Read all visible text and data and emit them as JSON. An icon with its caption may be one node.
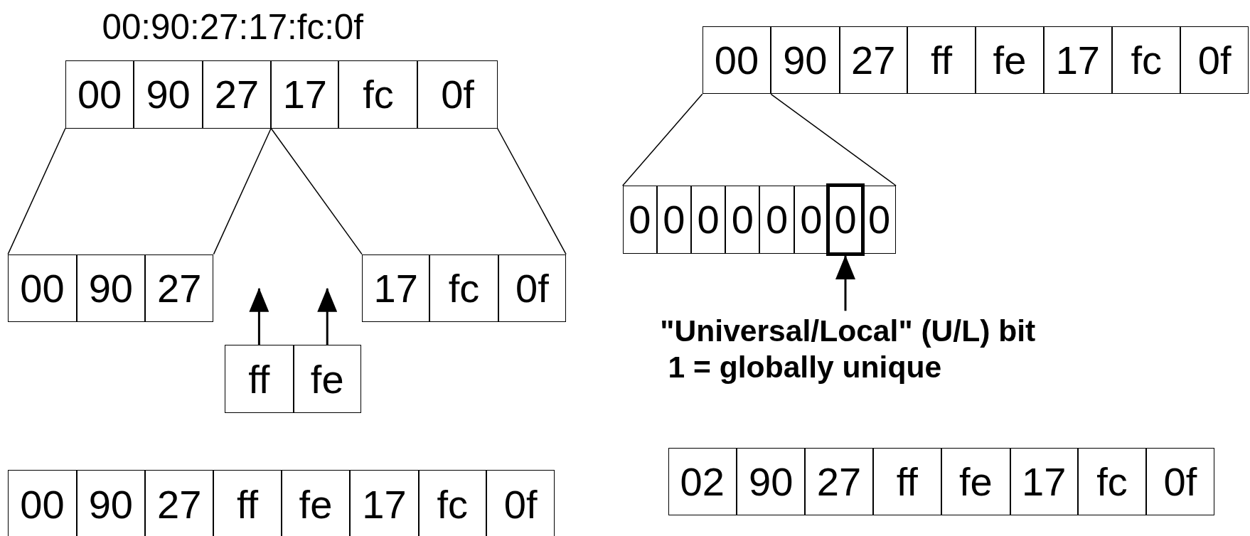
{
  "diagram": {
    "nodes": [
      {
        "text": [
          "00"
        ]
      },
      {
        "text": [
          "90"
        ]
      },
      {
        "text": [
          "27"
        ]
      },
      {
        "text": [
          "17"
        ]
      },
      {
        "text": [
          "fc"
        ]
      },
      {
        "text": [
          "0f"
        ]
      },
      {
        "text": [
          "00"
        ]
      },
      {
        "text": [
          "90"
        ]
      },
      {
        "text": [
          "27"
        ]
      },
      {
        "text": [
          "17"
        ]
      },
      {
        "text": [
          "fc"
        ]
      },
      {
        "text": [
          "0f"
        ]
      },
      {
        "text": [
          "ff"
        ]
      },
      {
        "text": [
          "fe"
        ]
      },
      {
        "text": [
          "00"
        ]
      },
      {
        "text": [
          "90"
        ]
      },
      {
        "text": [
          "27"
        ]
      },
      {
        "text": [
          "ff"
        ]
      },
      {
        "text": [
          "fe"
        ]
      },
      {
        "text": [
          "17"
        ]
      },
      {
        "text": [
          "fc"
        ]
      },
      {
        "text": [
          "0f"
        ]
      },
      {
        "text": [
          "00"
        ]
      },
      {
        "text": [
          "90"
        ]
      },
      {
        "text": [
          "27"
        ]
      },
      {
        "text": [
          "ff"
        ]
      },
      {
        "text": [
          "fe"
        ]
      },
      {
        "text": [
          "17"
        ]
      },
      {
        "text": [
          "fc"
        ]
      },
      {
        "text": [
          "0f"
        ]
      },
      {
        "text": [
          "0"
        ]
      },
      {
        "text": [
          "0"
        ]
      },
      {
        "text": [
          "0"
        ]
      },
      {
        "text": [
          "0"
        ]
      },
      {
        "text": [
          "0"
        ]
      },
      {
        "text": [
          "0"
        ]
      },
      {
        "text": [
          "0"
        ]
      },
      {
        "text": [
          "0"
        ]
      },
      {
        "text": [
          "\"Universal/Local\" (U/L) bit",
          "1 = globally unique"
        ]
      },
      {
        "text": [
          "02"
        ]
      },
      {
        "text": [
          "90"
        ]
      },
      {
        "text": [
          "27"
        ]
      },
      {
        "text": [
          "ff"
        ]
      },
      {
        "text": [
          "fe"
        ]
      },
      {
        "text": [
          "17"
        ]
      },
      {
        "text": [
          "fc"
        ]
      },
      {
        "text": [
          "0f"
        ]
      }
    ],
    "edges": [
      {
        "from": 0,
        "to": 6,
        "arrow": "none"
      },
      {
        "from": 2,
        "to": 8,
        "arrow": "none"
      },
      {
        "from": 3,
        "to": 9,
        "arrow": "none"
      },
      {
        "from": 5,
        "to": 11,
        "arrow": "none"
      },
      {
        "from": 12,
        "to": null,
        "arrow": "to"
      },
      {
        "from": 13,
        "to": null,
        "arrow": "to"
      },
      {
        "from": 22,
        "to": 30,
        "arrow": "none"
      },
      {
        "from": 22,
        "to": 37,
        "arrow": "none"
      },
      {
        "from": 38,
        "to": 36,
        "arrow": "to"
      }
    ],
    "labels": [
      "00:90:27:17:fc:0f"
    ]
  }
}
